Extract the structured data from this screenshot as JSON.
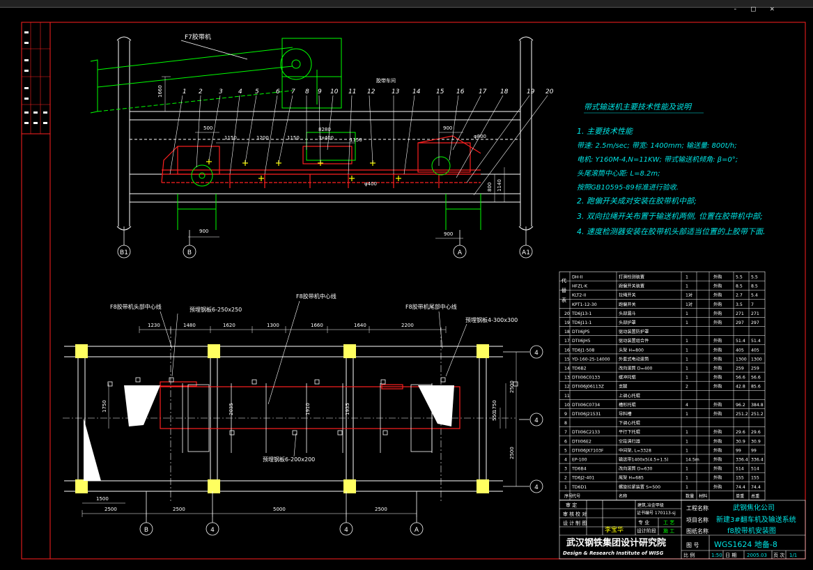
{
  "window": {
    "controls": [
      "-",
      "□",
      "×"
    ]
  },
  "top_view": {
    "leader_label": "F7胶带机",
    "section_label": "胶带车间",
    "parts": [
      "1",
      "2",
      "3",
      "4",
      "5",
      "6",
      "7",
      "8",
      "9",
      "10",
      "11",
      "12",
      "13",
      "14",
      "15",
      "16",
      "17",
      "18",
      "19",
      "20"
    ],
    "dims": {
      "d1660": "1660",
      "d1150a": "1150",
      "d1200": "1200",
      "d1150b": "1150",
      "d8280": "8280",
      "d3x400": "3x400",
      "d1150c": "1150",
      "d500": "500",
      "d900a": "900",
      "dphi800": "φ800",
      "dphi400": "φ400",
      "d800": "800",
      "d1140": "1140",
      "d900b": "900",
      "d900c": "900"
    },
    "axes": [
      "B1",
      "B",
      "A",
      "A1"
    ]
  },
  "spec": {
    "title": "带式输送机主要技术性能及说明",
    "lines": [
      "1. 主要技术性能",
      "带速: 2.5m/sec; 带宽: 1400mm; 输送量: 800t/h;",
      "电机: Y160M-4,N=11KW; 带式输送机倾角: β=0°;",
      "头尾滚筒中心距: L=8.2m;",
      "按照GB10595-89标准进行验收.",
      "2. 跑偏开关成对安装在胶带机中部;",
      "3. 双向拉绳开关布置于输送机两侧, 位置在胶带机中部;",
      "4. 速度检测器安装在胶带机头部适当位置的上胶带下面."
    ]
  },
  "plan_view": {
    "label_head_center": "F8胶带机头部中心线",
    "label_center": "F8胶带机中心线",
    "label_tail_center": "F8胶带机尾部中心线",
    "label_plate_a": "预埋钢板6-250x250",
    "label_plate_b": "预埋钢板4-300x300",
    "label_plate_c": "预埋钢板6-200x200",
    "top_dims": [
      "1230",
      "1480",
      "1620",
      "1300",
      "1660",
      "1640",
      "2200"
    ],
    "side_dims": {
      "d1750a": "1750",
      "d2035": "2035",
      "d1910": "1910",
      "d1935": "1935",
      "d1750b": "1750",
      "d550": "550",
      "d2500a": "2500",
      "d2500b": "2500",
      "d1500": "1500"
    },
    "bottom_dims": [
      "2500",
      "2500",
      "5000",
      "2500"
    ],
    "bottom_axes": [
      "B",
      "4",
      "4",
      "A"
    ],
    "right_axes": [
      "4",
      "4",
      "4"
    ]
  },
  "bom": {
    "side_label": [
      "代",
      "替",
      "表"
    ],
    "rows": [
      [
        "",
        "DH-II",
        "打滑检测装置",
        "1",
        "",
        "外购",
        "5.5",
        "5.5"
      ],
      [
        "",
        "HFZL-K",
        "跑偏开关装置",
        "1",
        "",
        "外购",
        "8.5",
        "8.5"
      ],
      [
        "",
        "KLT2-II",
        "拉绳开关",
        "1对",
        "",
        "外购",
        "2.7",
        "5.4"
      ],
      [
        "",
        "KPT1-12-30",
        "跑偏开关",
        "1对",
        "",
        "外购",
        "3.5",
        "7"
      ],
      [
        "20",
        "TD6J13-1",
        "头部漏斗",
        "1",
        "",
        "外购",
        "271",
        "271"
      ],
      [
        "19",
        "TD6J11-1",
        "头部护罩",
        "1",
        "",
        "外购",
        "297",
        "297"
      ],
      [
        "18",
        "DTII6JP5",
        "驱动装置防护罩",
        "",
        "",
        "",
        "",
        ""
      ],
      [
        "17",
        "DTII6JH5",
        "驱动装置组合件",
        "1",
        "",
        "外购",
        "51.4",
        "51.4"
      ],
      [
        "16",
        "TD6J1-508",
        "头架 H=800",
        "1",
        "",
        "外购",
        "405",
        "405"
      ],
      [
        "15",
        "YD-160-25-14000",
        "外套式电动滚筒",
        "1",
        "",
        "外购",
        "1300",
        "1300"
      ],
      [
        "14",
        "TD6B2",
        "改向滚筒 D=400",
        "1",
        "",
        "外购",
        "259",
        "259"
      ],
      [
        "13",
        "DTII06C0133",
        "缓冲托辊",
        "1",
        "",
        "外购",
        "56.6",
        "56.6"
      ],
      [
        "12",
        "DTII06J06113Z",
        "支腿",
        "2",
        "",
        "外购",
        "42.8",
        "85.6"
      ],
      [
        "11",
        "",
        "上调心托辊",
        "",
        "",
        "",
        "",
        ""
      ],
      [
        "10",
        "DTII06C0734",
        "槽形托辊",
        "4",
        "",
        "外购",
        "96.2",
        "384.8"
      ],
      [
        "9",
        "DTII06J21531",
        "导料槽",
        "1",
        "",
        "外购",
        "251.2",
        "251.2"
      ],
      [
        "8",
        "",
        "下调心托辊",
        "",
        "",
        "",
        "",
        ""
      ],
      [
        "7",
        "DTII06C2133",
        "平行下托辊",
        "1",
        "",
        "外购",
        "29.6",
        "29.6"
      ],
      [
        "6",
        "DTII06E2",
        "空段清扫器",
        "1",
        "",
        "外购",
        "30.9",
        "30.9"
      ],
      [
        "5",
        "DTII06JX7103F",
        "中间架, L=3328",
        "1",
        "",
        "外购",
        "99",
        "99"
      ],
      [
        "4",
        "EP-100",
        "输送带1400x5(4.5+1.5)",
        "14.5m",
        "",
        "外购",
        "336.4",
        "336.4"
      ],
      [
        "3",
        "TD6B4",
        "改向滚筒 D=630",
        "1",
        "",
        "外购",
        "514",
        "514"
      ],
      [
        "2",
        "TD6J2-401",
        "尾架 H=685",
        "1",
        "",
        "外购",
        "155",
        "155"
      ],
      [
        "1",
        "TD6D1",
        "螺旋拉紧装置 S=500",
        "1",
        "",
        "外购",
        "74.4",
        "74.4"
      ]
    ],
    "header": [
      "序号",
      "代号",
      "名称",
      "数量",
      "材料",
      "",
      "单重",
      "总重"
    ]
  },
  "title_block": {
    "approve": "审 定",
    "review": "审 核",
    "check": "校 对",
    "design": "设 计",
    "draw": "制 图",
    "signer": "李宝华",
    "stamp_line1": "建筑,冶金甲级",
    "stamp_line2": "证书编号 170113-sj",
    "stage_label": "设计阶段",
    "stage_value": "施 工",
    "spec_label": "专 业",
    "spec_value": "工 艺",
    "project_label": "工程名称",
    "project_value": "武钢焦化公司",
    "item_label": "项目名称",
    "item_value": "新建3#翻车机及输送系统",
    "drawing_label": "图纸名称",
    "drawing_value": "f8胶带机安装图",
    "company_cn": "武汉钢铁集团设计研究院",
    "company_en": "Design & Research Institute of WISG",
    "no_label": "图 号",
    "no_value": "WGS1624 地备-8",
    "scale_label": "比 例",
    "scale_value": "1:50",
    "date_label": "日 期",
    "date_value": "2005.03",
    "sheet_label": "页 次",
    "sheet_value": "1/1"
  },
  "colors": {
    "frame": "#ff2020",
    "line": "#ffffff",
    "cyan": "#00e5e5",
    "green": "#00ff00",
    "yellow": "#ffff00",
    "red": "#ff2020"
  }
}
